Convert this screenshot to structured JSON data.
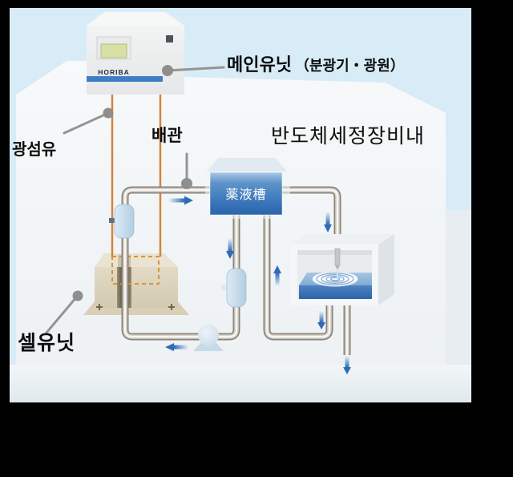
{
  "labels": {
    "main_unit_title": "메인유닛",
    "main_unit_sub": "（분광기・광원）",
    "optical_fiber": "광섬유",
    "piping": "배관",
    "equipment_area": "반도체세정장비내",
    "cell_unit": "셀유닛",
    "chemical_tank": "薬液槽",
    "brand": "HORIBA"
  },
  "colors": {
    "background_blue": "#d8ecf7",
    "frame_black": "#000000",
    "arrow_blue": "#2f6cb7",
    "tank_blue": "#3a76ba",
    "fiber_orange": "#d2853c",
    "pipe_gray": "#8a8378",
    "cell_unit_beige": "#ddd5bd",
    "front_stripe_blue": "#3e7fc4",
    "display_screen_green": "#d9e0a4",
    "callout_gray": "#949494"
  },
  "flow_arrow_directions": [
    "right",
    "down",
    "up",
    "down",
    "down",
    "left",
    "down"
  ]
}
